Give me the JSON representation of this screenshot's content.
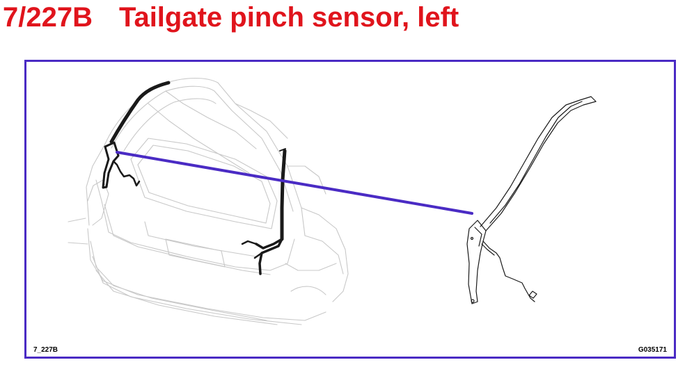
{
  "title": {
    "code": "7/227B",
    "text": "Tailgate pinch sensor, left"
  },
  "figure": {
    "label_left": "7_227B",
    "label_right": "G035171"
  },
  "colors": {
    "title": "#e0141c",
    "frame": "#4a2bc4",
    "leader": "#4a2bc4",
    "sensor": "#1a1a1a",
    "vehicle_outline": "#c8c8c8"
  }
}
